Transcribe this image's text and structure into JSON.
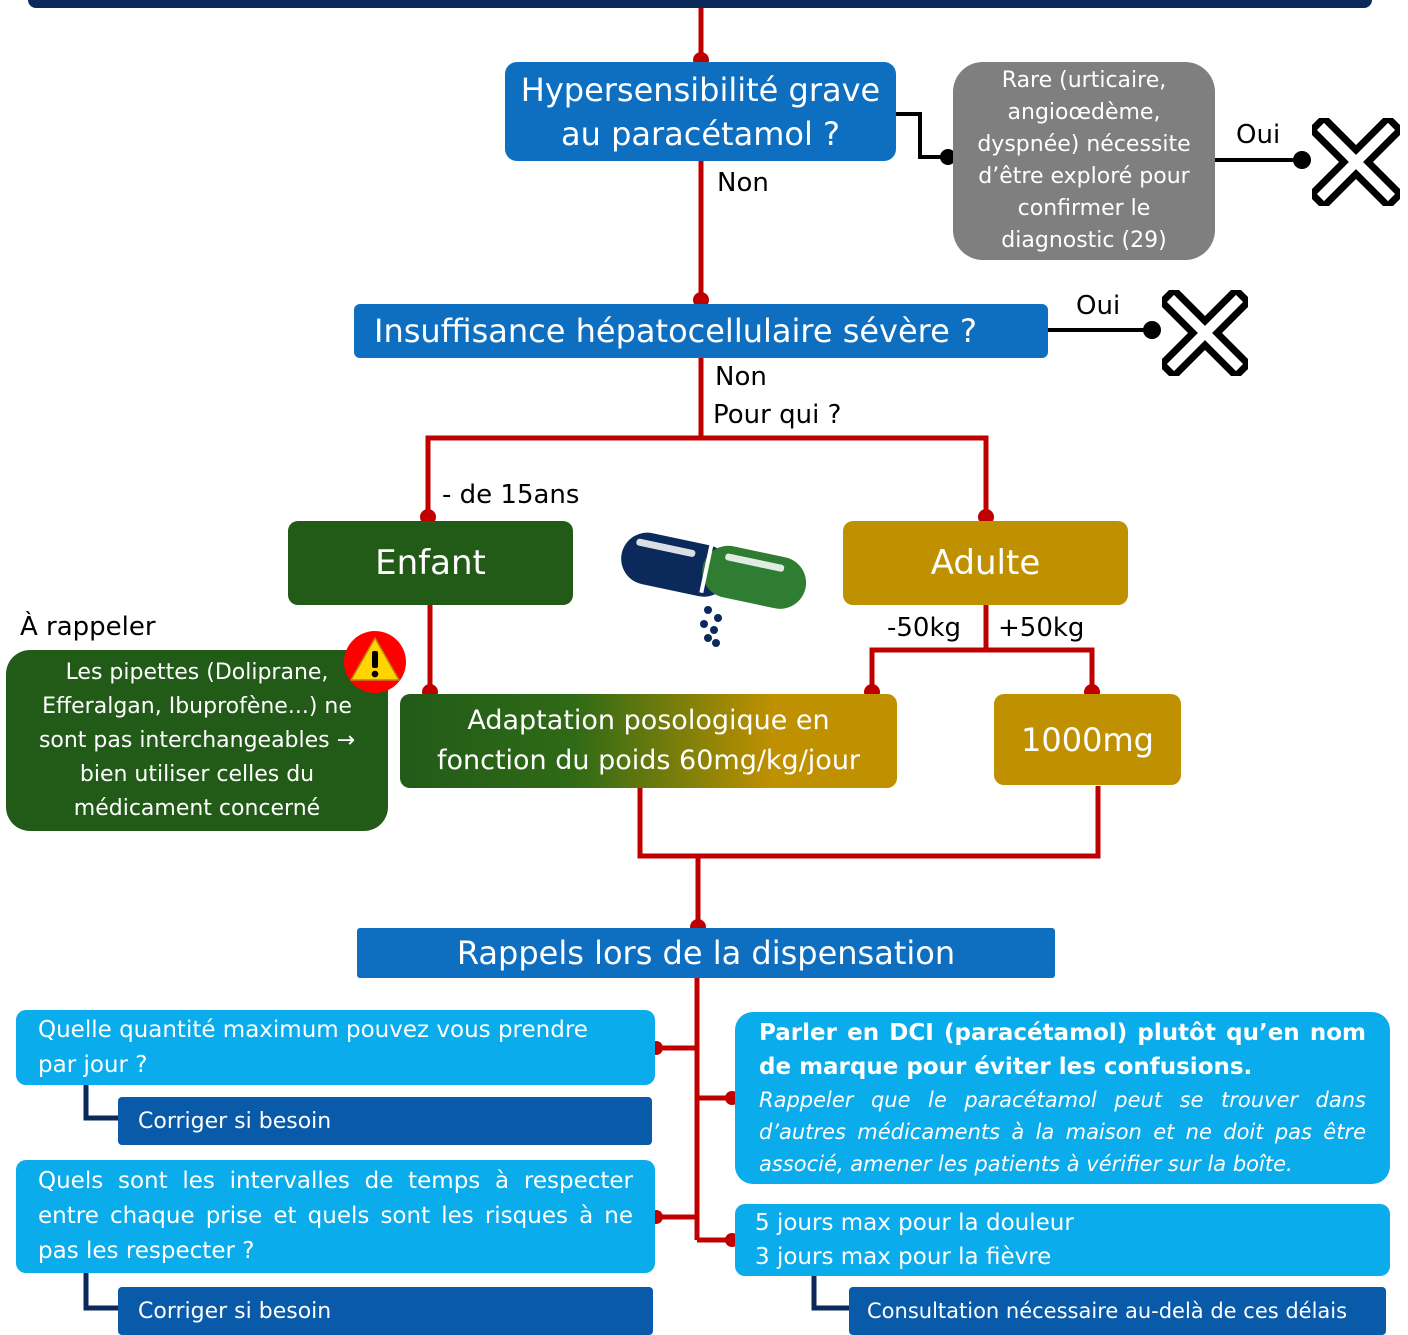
{
  "nodes": {
    "hypersensibilite": "Hypersensibilité grave au paracétamol ?",
    "rare_note": "Rare (urticaire, angioœdème, dyspnée) nécessite d’être exploré pour confirmer le diagnostic (29)",
    "insuffisance": "Insuffisance hépatocellulaire sévère ?",
    "enfant": "Enfant",
    "adulte": "Adulte",
    "adaptation": "Adaptation posologique en fonction du poids 60mg/kg/jour",
    "dose_1000": "1000mg",
    "rappels": "Rappels lors de la dispensation"
  },
  "labels": {
    "non1": "Non",
    "oui1": "Oui",
    "oui2": "Oui",
    "non2": "Non",
    "pour_qui": "Pour qui ?",
    "moins15": "- de 15ans",
    "moins50": "-50kg",
    "plus50": "+50kg",
    "a_rappeler": "À rappeler"
  },
  "reminder": {
    "text": "Les pipettes (Doliprane, Efferalgan, Ibuprofène...) ne sont pas interchangeables → bien utiliser celles du médicament concerné"
  },
  "questions": {
    "q1": "Quelle quantité maximum pouvez vous prendre par jour ?",
    "q1_action": "Corriger si besoin",
    "q2": "Quels sont les intervalles de temps à respecter entre chaque prise et quels sont les risques à ne pas les respecter ?",
    "q2_action": "Corriger si besoin"
  },
  "advice": {
    "dci_bold": "Parler en DCI (paracétamol) plutôt qu’en nom de marque pour éviter les confusions.",
    "dci_italic": "Rappeler que le paracétamol peut se trouver dans d’autres médicaments à la maison et ne doit pas être associé, amener les patients à vérifier sur la boîte.",
    "duration_line1": "5 jours max pour la douleur",
    "duration_line2": "3 jours max pour la fièvre",
    "duration_action": "Consultation nécessaire au-delà de ces délais"
  },
  "colors": {
    "connector": "#c00000",
    "blue": "#0e6fc1",
    "light_blue": "#0aacec",
    "dark_blue": "#0a5aaa",
    "green": "#225b18",
    "gold": "#bf9000",
    "grey": "#7f7f7f",
    "navy": "#0b2a5b"
  },
  "icons": [
    "cross-icon",
    "warning-icon",
    "capsule-icon"
  ]
}
